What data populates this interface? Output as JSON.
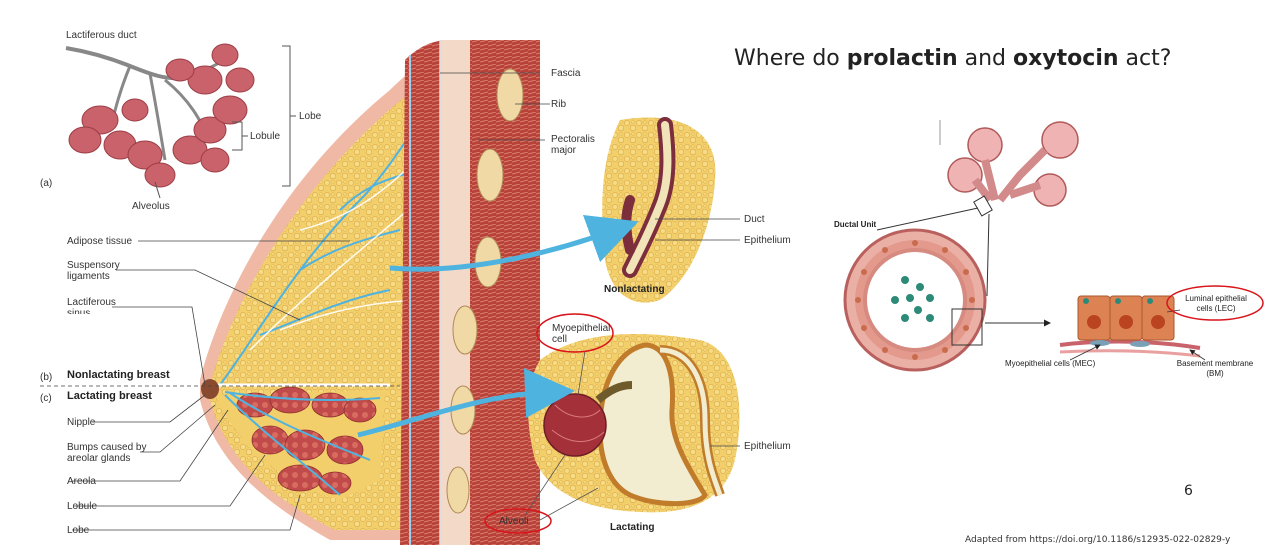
{
  "slide": {
    "title_pre": "Where do ",
    "title_b1": "prolactin",
    "title_mid": " and ",
    "title_b2": "oxytocin",
    "title_post": " act?",
    "page_number": "6",
    "credit_pre": "Adapted from ",
    "credit_link": "https://doi.org/10.1186/s12935-022-02829-y"
  },
  "figure_left": {
    "panel_a": "(a)",
    "panel_b": "(b)",
    "panel_c": "(c)",
    "lactiferous_duct": "Lactiferous duct",
    "lobule_top": "Lobule",
    "lobe_top": "Lobe",
    "alveolus": "Alveolus",
    "fascia": "Fascia",
    "rib": "Rib",
    "pectoralis_1": "Pectoralis",
    "pectoralis_2": "major",
    "adipose": "Adipose tissue",
    "suspensory_1": "Suspensory",
    "suspensory_2": "ligaments",
    "lactiferous_sinus_1": "Lactiferous",
    "lactiferous_sinus_2": "sinus",
    "nonlactating_breast": "Nonlactating breast",
    "lactating_breast": "Lactating breast",
    "nipple": "Nipple",
    "bumps_1": "Bumps caused by",
    "bumps_2": "areolar glands",
    "areola": "Areola",
    "lobule_bottom": "Lobule",
    "lobe_bottom": "Lobe",
    "duct": "Duct",
    "epithelium_top": "Epithelium",
    "nonlactating": "Nonlactating",
    "myoepithelial_1": "Myoepithelial",
    "myoepithelial_2": "cell",
    "epithelium_bottom": "Epithelium",
    "alveoli": "Alveoli",
    "lactating": "Lactating"
  },
  "figure_right": {
    "ductal_unit": "Ductal Unit",
    "luminal_1": "Luminal epithelial",
    "luminal_2": "cells (LEC)",
    "mec": "Myoepithelial cells (MEC)",
    "bm_1": "Basement membrane",
    "bm_2": "(BM)"
  },
  "colors": {
    "highlight_ring": "#d9141b",
    "duct_blue": "#4fb3e0",
    "adipose": "#f2cf6a",
    "muscle": "#b8423a",
    "lobule_pink": "#c9626b",
    "cell_orange": "#dc8253",
    "nucleus_teal": "#2d8a78"
  }
}
